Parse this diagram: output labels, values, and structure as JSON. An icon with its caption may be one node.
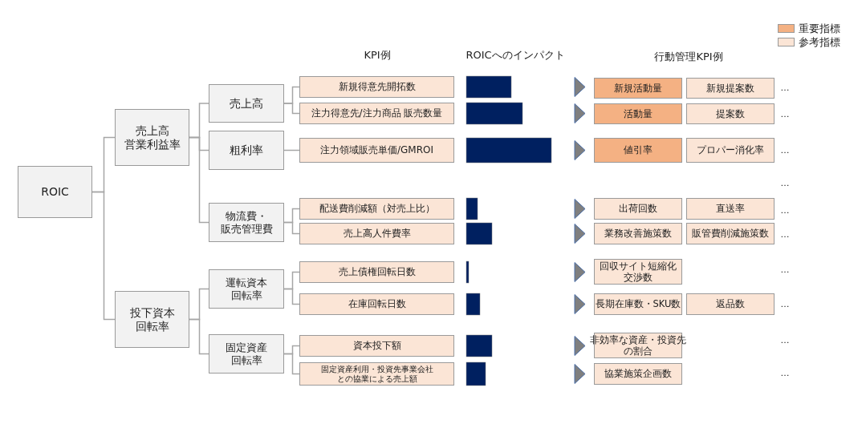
{
  "diagram": {
    "nodes": [
      {
        "text": [
          "ROIC"
        ]
      },
      {
        "text": [
          "売上高営業利益率"
        ]
      },
      {
        "text": [
          "投下資本回転率"
        ]
      },
      {
        "text": [
          "売上高"
        ]
      },
      {
        "text": [
          "粗利率"
        ]
      },
      {
        "text": [
          "物流費・販売管理費"
        ]
      },
      {
        "text": [
          "運転資本回転率"
        ]
      },
      {
        "text": [
          "固定資産回転率"
        ]
      },
      {
        "text": [
          "新規得意先開拓数"
        ]
      },
      {
        "text": [
          "注力得意先/注力商品 販売数量"
        ]
      },
      {
        "text": [
          "注力領域販売単価/GMROI"
        ]
      },
      {
        "text": [
          "配送費削減額（対売上比）"
        ]
      },
      {
        "text": [
          "売上高人件費率"
        ]
      },
      {
        "text": [
          "売上債権回転日数"
        ]
      },
      {
        "text": [
          "在庫回転日数"
        ]
      },
      {
        "text": [
          "資本投下額"
        ]
      },
      {
        "text": [
          "固定資産利用・投資先事業会社との協業による売上額"
        ]
      },
      {
        "text": [
          "新規活動量"
        ]
      },
      {
        "text": [
          "新規提案数"
        ]
      },
      {
        "text": [
          "活動量"
        ]
      },
      {
        "text": [
          "提案数"
        ]
      },
      {
        "text": [
          "値引率"
        ]
      },
      {
        "text": [
          "プロパー消化率"
        ]
      },
      {
        "text": [
          "出荷回数"
        ]
      },
      {
        "text": [
          "直送率"
        ]
      },
      {
        "text": [
          "業務改善施策数"
        ]
      },
      {
        "text": [
          "販管費削減施策数"
        ]
      },
      {
        "text": [
          "回収サイト短縮化交渉数"
        ]
      },
      {
        "text": [
          "長期在庫数・SKU数"
        ]
      },
      {
        "text": [
          "返品数"
        ]
      },
      {
        "text": [
          "非効率な資産・投資先の割合"
        ]
      },
      {
        "text": [
          "協業施策企画数"
        ]
      }
    ],
    "edges": [
      {
        "from": 0,
        "to": 1,
        "arrow": "none"
      },
      {
        "from": 0,
        "to": 2,
        "arrow": "none"
      },
      {
        "from": 1,
        "to": 3,
        "arrow": "none"
      },
      {
        "from": 1,
        "to": 4,
        "arrow": "none"
      },
      {
        "from": 1,
        "to": 5,
        "arrow": "none"
      },
      {
        "from": 2,
        "to": 6,
        "arrow": "none"
      },
      {
        "from": 2,
        "to": 7,
        "arrow": "none"
      },
      {
        "from": 3,
        "to": 8,
        "arrow": "none"
      },
      {
        "from": 3,
        "to": 9,
        "arrow": "none"
      },
      {
        "from": 4,
        "to": 10,
        "arrow": "none"
      },
      {
        "from": 5,
        "to": 11,
        "arrow": "none"
      },
      {
        "from": 5,
        "to": 12,
        "arrow": "none"
      },
      {
        "from": 6,
        "to": 13,
        "arrow": "none"
      },
      {
        "from": 6,
        "to": 14,
        "arrow": "none"
      },
      {
        "from": 7,
        "to": 15,
        "arrow": "none"
      },
      {
        "from": 7,
        "to": 16,
        "arrow": "none"
      }
    ],
    "labels": [
      "KPI例",
      "ROICへのインパクト",
      "行動管理KPI例",
      "…",
      "…",
      "…",
      "…",
      "…",
      "…",
      "…",
      "…",
      "…",
      "…"
    ],
    "legend": [
      {
        "text": "重要指標",
        "color": "#f4b183"
      },
      {
        "text": "参考指標",
        "color": "#fbe5d6"
      }
    ]
  }
}
